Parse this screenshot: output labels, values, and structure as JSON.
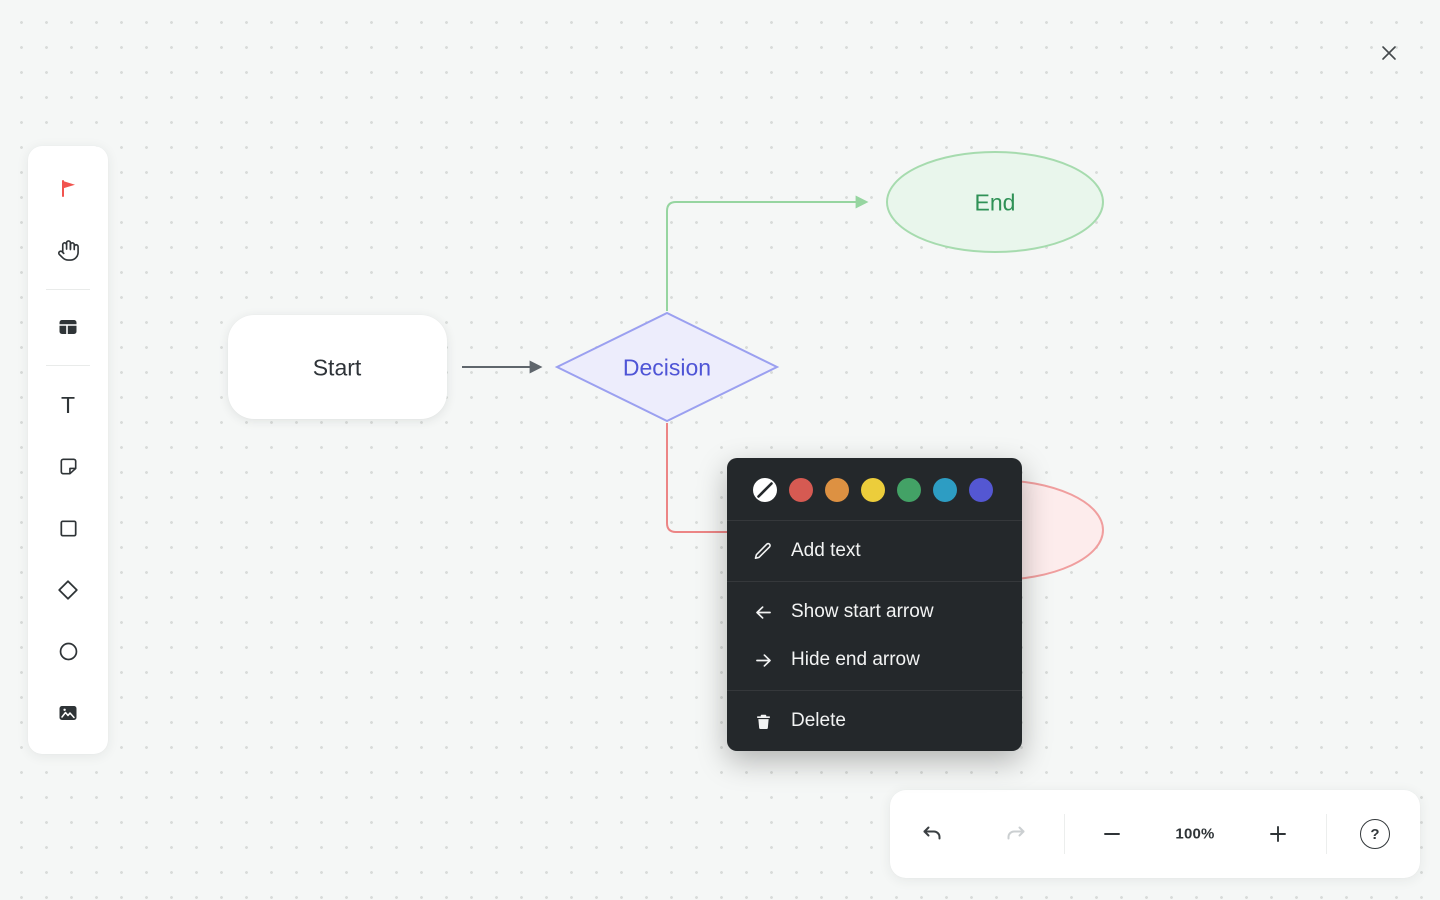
{
  "window": {
    "close_icon": "close-icon"
  },
  "left_toolbar": {
    "tools": [
      {
        "id": "select",
        "label": "Select",
        "active": true,
        "accent": "#f1544f"
      },
      {
        "id": "hand",
        "label": "Hand"
      },
      {
        "id": "frame",
        "label": "Frame"
      },
      {
        "id": "text",
        "label": "Text",
        "glyph": "T"
      },
      {
        "id": "note",
        "label": "Note"
      },
      {
        "id": "rectangle",
        "label": "Rectangle"
      },
      {
        "id": "diamond",
        "label": "Diamond"
      },
      {
        "id": "ellipse",
        "label": "Ellipse"
      },
      {
        "id": "image",
        "label": "Image"
      }
    ]
  },
  "canvas": {
    "nodes": [
      {
        "id": "start",
        "shape": "rounded-rectangle",
        "label": "Start",
        "fill": "#ffffff",
        "text_color": "#2e3338"
      },
      {
        "id": "decision",
        "shape": "diamond",
        "label": "Decision",
        "fill": "#ededfc",
        "stroke": "#9ba0f0",
        "text_color": "#4f55d6"
      },
      {
        "id": "end",
        "shape": "ellipse",
        "label": "End",
        "fill": "#e9f6ec",
        "stroke": "#a6dbae",
        "text_color": "#2f9156"
      },
      {
        "id": "error",
        "shape": "ellipse",
        "label": "",
        "fill": "#fdecec",
        "stroke": "#f09e9e"
      }
    ],
    "edges": [
      {
        "from": "start",
        "to": "decision",
        "color": "#5f666c"
      },
      {
        "from": "decision",
        "to": "end",
        "color": "#96d5a0"
      },
      {
        "from": "decision",
        "to": "error",
        "color": "#ec8585"
      }
    ]
  },
  "context_menu": {
    "swatches": [
      {
        "id": "none"
      },
      {
        "id": "red",
        "color": "#d65a52"
      },
      {
        "id": "orange",
        "color": "#dd9142"
      },
      {
        "id": "yellow",
        "color": "#eccd3b"
      },
      {
        "id": "green",
        "color": "#43a266"
      },
      {
        "id": "teal",
        "color": "#2d9dc3"
      },
      {
        "id": "indigo",
        "color": "#5457d2"
      }
    ],
    "items": [
      {
        "id": "add-text",
        "label": "Add text"
      },
      {
        "id": "show-start-arrow",
        "label": "Show start arrow"
      },
      {
        "id": "hide-end-arrow",
        "label": "Hide end arrow"
      },
      {
        "id": "delete",
        "label": "Delete"
      }
    ]
  },
  "bottom_toolbar": {
    "zoom_level": "100%",
    "help_glyph": "?"
  }
}
